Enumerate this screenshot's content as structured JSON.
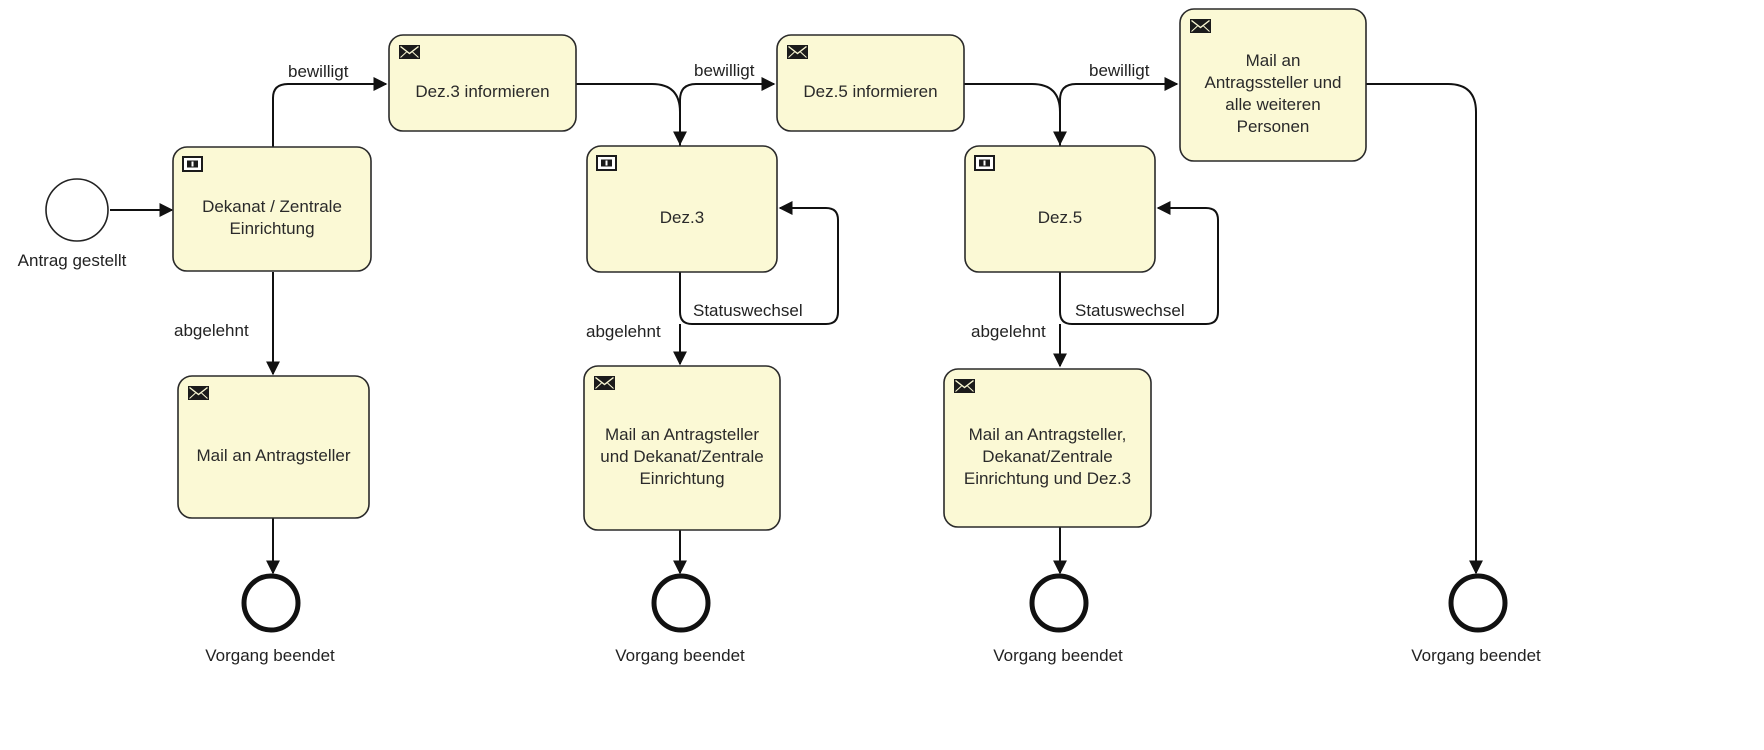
{
  "diagram": {
    "type": "bpmn-process",
    "events": {
      "start": {
        "label": "Antrag gestellt"
      },
      "end_1": {
        "label": "Vorgang beendet"
      },
      "end_2": {
        "label": "Vorgang beendet"
      },
      "end_3": {
        "label": "Vorgang beendet"
      },
      "end_4": {
        "label": "Vorgang beendet"
      }
    },
    "tasks": {
      "dekanat": {
        "kind": "manual-task-icon",
        "lines": [
          "Dekanat / Zentrale",
          "Einrichtung"
        ]
      },
      "mail_rejected_1": {
        "kind": "mail-task-icon",
        "lines": [
          "Mail an Antragsteller"
        ]
      },
      "inform_dez3": {
        "kind": "mail-task-icon",
        "lines": [
          "Dez.3 informieren"
        ]
      },
      "dez3": {
        "kind": "manual-task-icon",
        "lines": [
          "Dez.3"
        ]
      },
      "mail_rejected_2": {
        "kind": "mail-task-icon",
        "lines": [
          "Mail an Antragsteller",
          "und Dekanat/Zentrale",
          "Einrichtung"
        ]
      },
      "inform_dez5": {
        "kind": "mail-task-icon",
        "lines": [
          "Dez.5 informieren"
        ]
      },
      "dez5": {
        "kind": "manual-task-icon",
        "lines": [
          "Dez.5"
        ]
      },
      "mail_rejected_3": {
        "kind": "mail-task-icon",
        "lines": [
          "Mail an Antragsteller,",
          "Dekanat/Zentrale",
          "Einrichtung und Dez.3"
        ]
      },
      "mail_final": {
        "kind": "mail-task-icon",
        "lines": [
          "Mail an",
          "Antragssteller und",
          "alle weiteren",
          "Personen"
        ]
      }
    },
    "edge_labels": {
      "approved_1": "bewilligt",
      "approved_2": "bewilligt",
      "approved_3": "bewilligt",
      "rejected_1": "abgelehnt",
      "rejected_2": "abgelehnt",
      "rejected_3": "abgelehnt",
      "status_1": "Statuswechsel",
      "status_2": "Statuswechsel"
    }
  }
}
